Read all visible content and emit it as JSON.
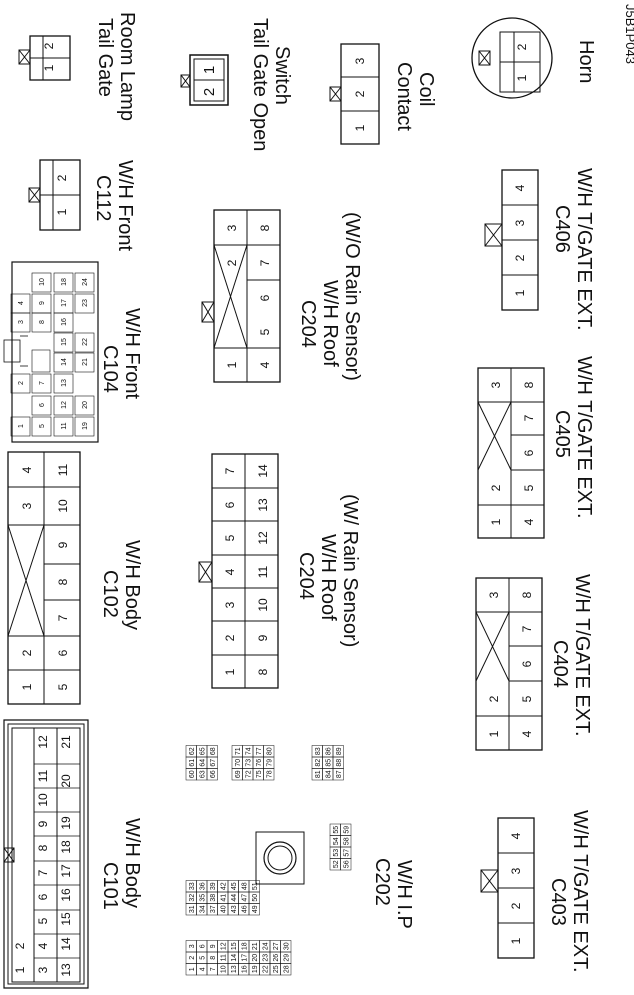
{
  "figure_id": "J5B1P043",
  "connectors": [
    {
      "id": "tailgate_room_lamp",
      "label_lines": [
        "Tail Gate",
        "Room Lamp"
      ],
      "pins": [
        "1",
        "2"
      ]
    },
    {
      "id": "tailgate_open_switch",
      "label_lines": [
        "Tail Gate Open",
        "Switch"
      ],
      "pins": [
        "2",
        "1"
      ]
    },
    {
      "id": "contact_coil",
      "label_lines": [
        "Contact",
        "Coil"
      ],
      "pins": [
        "1",
        "2",
        "3"
      ]
    },
    {
      "id": "horn",
      "label_lines": [
        "Horn"
      ],
      "pins": [
        "1",
        "2"
      ]
    },
    {
      "id": "c112",
      "label_lines": [
        "C112",
        "W/H Front"
      ],
      "pins": [
        "1",
        "2"
      ]
    },
    {
      "id": "c104",
      "label_lines": [
        "C104",
        "W/H Front"
      ],
      "pins": [
        "1",
        "2",
        "3",
        "4",
        "5",
        "6",
        "7",
        "8",
        "9",
        "10",
        "11",
        "12",
        "13",
        "14",
        "15",
        "16",
        "17",
        "18",
        "19",
        "20",
        "21",
        "22",
        "23",
        "24"
      ]
    },
    {
      "id": "c204_wo",
      "label_lines": [
        "C204",
        "W/H Roof",
        "(W/O Rain Sensor)"
      ],
      "pins": [
        "1",
        "2",
        "3",
        "4",
        "5",
        "6",
        "7",
        "8"
      ]
    },
    {
      "id": "c406",
      "label_lines": [
        "C406",
        "W/H T/GATE EXT."
      ],
      "pins": [
        "1",
        "2",
        "3",
        "4"
      ]
    },
    {
      "id": "c102",
      "label_lines": [
        "C102",
        "W/H Body"
      ],
      "pins": [
        "1",
        "2",
        "3",
        "4",
        "5",
        "6",
        "7",
        "8",
        "9",
        "10",
        "11"
      ]
    },
    {
      "id": "c204_w",
      "label_lines": [
        "C204",
        "W/H Roof",
        "(W/ Rain Sensor)"
      ],
      "pins": [
        "1",
        "2",
        "3",
        "4",
        "5",
        "6",
        "7",
        "8",
        "9",
        "10",
        "11",
        "12",
        "13",
        "14"
      ]
    },
    {
      "id": "c405",
      "label_lines": [
        "C405",
        "W/H T/GATE EXT."
      ],
      "pins": [
        "1",
        "2",
        "3",
        "4",
        "5",
        "6",
        "7",
        "8"
      ]
    },
    {
      "id": "c404",
      "label_lines": [
        "C404",
        "W/H T/GATE EXT."
      ],
      "pins": [
        "1",
        "2",
        "3",
        "4",
        "5",
        "6",
        "7",
        "8"
      ]
    },
    {
      "id": "c101",
      "label_lines": [
        "C101",
        "W/H Body"
      ],
      "pins": [
        "1",
        "2",
        "3",
        "4",
        "5",
        "6",
        "7",
        "8",
        "9",
        "10",
        "11",
        "12",
        "13",
        "14",
        "15",
        "16",
        "17",
        "18",
        "19",
        "20",
        "21"
      ]
    },
    {
      "id": "c202",
      "label_lines": [
        "C202",
        "W/H I.P"
      ],
      "pins_count": 89
    },
    {
      "id": "c403",
      "label_lines": [
        "C403",
        "W/H T/GATE  EXT."
      ],
      "pins": [
        "1",
        "2",
        "3",
        "4"
      ]
    }
  ]
}
